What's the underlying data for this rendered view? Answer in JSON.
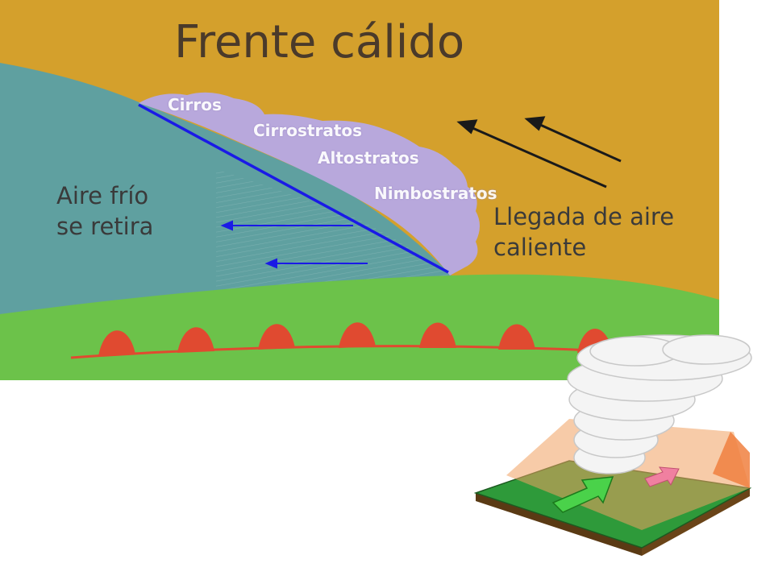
{
  "title": "Frente cálido",
  "labels": {
    "cold_air_line1": "Aire frío",
    "cold_air_line2": "se retira",
    "warm_air_line1": "Llegada de aire",
    "warm_air_line2": "caliente"
  },
  "clouds": {
    "cirrus": "Cirros",
    "cirrostratus": "Cirrostratos",
    "altostratus": "Altostratos",
    "nimbostratus": "Nimbostratos"
  },
  "colors": {
    "warm_air": "#d4a02c",
    "cold_air": "#5fa0a0",
    "cloud": "#b8a8dc",
    "ground": "#6cc24a",
    "front_symbol": "#e04a30",
    "front_line": "#1a1ae6",
    "cold_flow_arrows": "#1a1ae6",
    "warm_flow_arrows": "#1a1a1a",
    "inset_green_arrow": "#4ad24a",
    "inset_pink_arrow": "#f080a0"
  },
  "icons": {
    "warm_front_symbol": "warm-front-semicircle-icon",
    "inset": "warm-front-3d-illustration"
  }
}
